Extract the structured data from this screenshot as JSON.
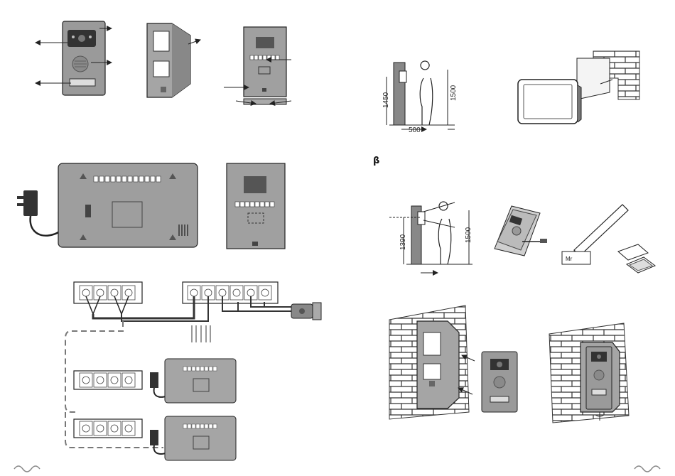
{
  "left_page": {
    "terminals_count": 4,
    "terminals_count_large": 6
  },
  "right_page": {
    "install_height_1": "1450",
    "person_height_1": "1500",
    "distance_1": "500",
    "section_symbol": "β",
    "install_height_2": "1390",
    "person_height_2": "1500",
    "name_tag_text": "Mr"
  },
  "colors": {
    "panel_gray": "#9a9a9a",
    "dark_gray": "#555555",
    "stroke": "#222222",
    "light_gray": "#c8c8c8"
  }
}
